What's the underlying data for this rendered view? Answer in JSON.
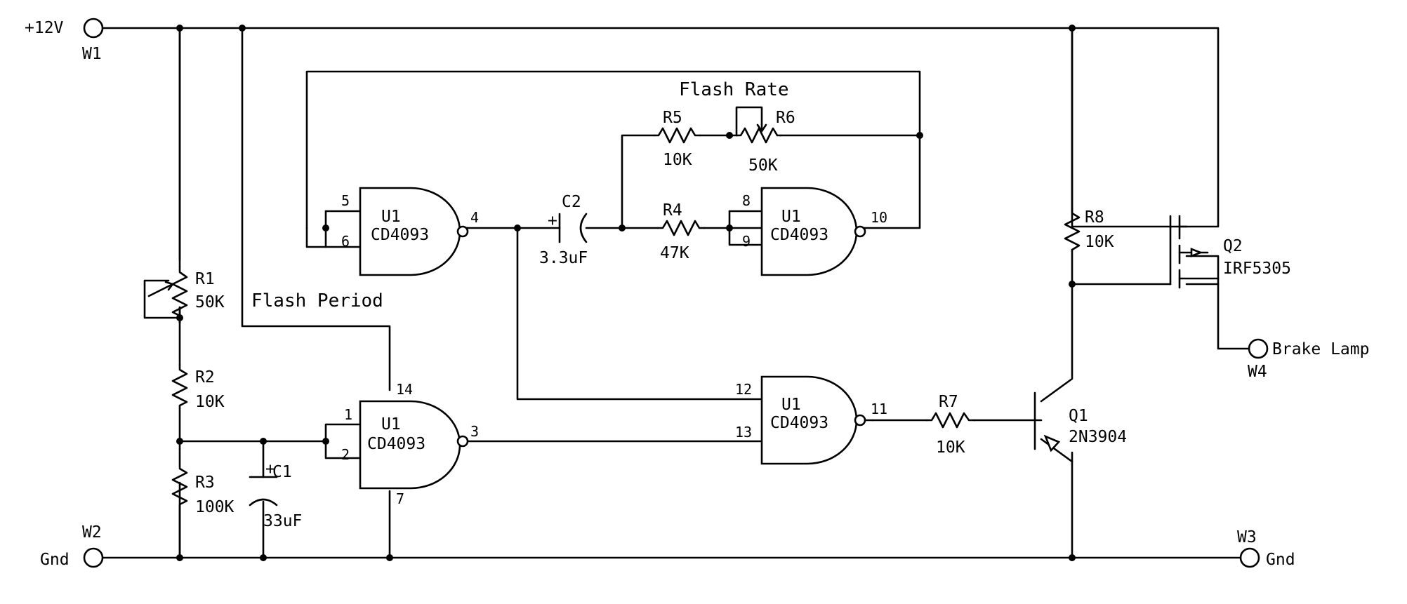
{
  "terminals": {
    "w1": {
      "name": "W1",
      "label": "+12V"
    },
    "w2": {
      "name": "W2",
      "label": "Gnd"
    },
    "w3": {
      "name": "W3",
      "label": "Gnd"
    },
    "w4": {
      "name": "W4",
      "label": "Brake Lamp"
    }
  },
  "titles": {
    "flash_rate": "Flash Rate",
    "flash_period": "Flash Period"
  },
  "resistors": {
    "r1": {
      "ref": "R1",
      "value": "50K"
    },
    "r2": {
      "ref": "R2",
      "value": "10K"
    },
    "r3": {
      "ref": "R3",
      "value": "100K"
    },
    "r4": {
      "ref": "R4",
      "value": "47K"
    },
    "r5": {
      "ref": "R5",
      "value": "10K"
    },
    "r6": {
      "ref": "R6",
      "value": "50K"
    },
    "r7": {
      "ref": "R7",
      "value": "10K"
    },
    "r8": {
      "ref": "R8",
      "value": "10K"
    }
  },
  "capacitors": {
    "c1": {
      "ref": "C1",
      "value": "33uF",
      "polarity": "+"
    },
    "c2": {
      "ref": "C2",
      "value": "3.3uF",
      "polarity": "+"
    }
  },
  "transistors": {
    "q1": {
      "ref": "Q1",
      "part": "2N3904"
    },
    "q2": {
      "ref": "Q2",
      "part": "IRF5305"
    }
  },
  "gates": {
    "g1": {
      "ref": "U1",
      "part": "CD4093",
      "in_a": "5",
      "in_b": "6",
      "out": "4"
    },
    "g2": {
      "ref": "U1",
      "part": "CD4093",
      "in_a": "8",
      "in_b": "9",
      "out": "10"
    },
    "g3": {
      "ref": "U1",
      "part": "CD4093",
      "in_a": "1",
      "in_b": "2",
      "out": "3",
      "vdd": "14",
      "vss": "7"
    },
    "g4": {
      "ref": "U1",
      "part": "CD4093",
      "in_a": "12",
      "in_b": "13",
      "out": "11"
    }
  }
}
